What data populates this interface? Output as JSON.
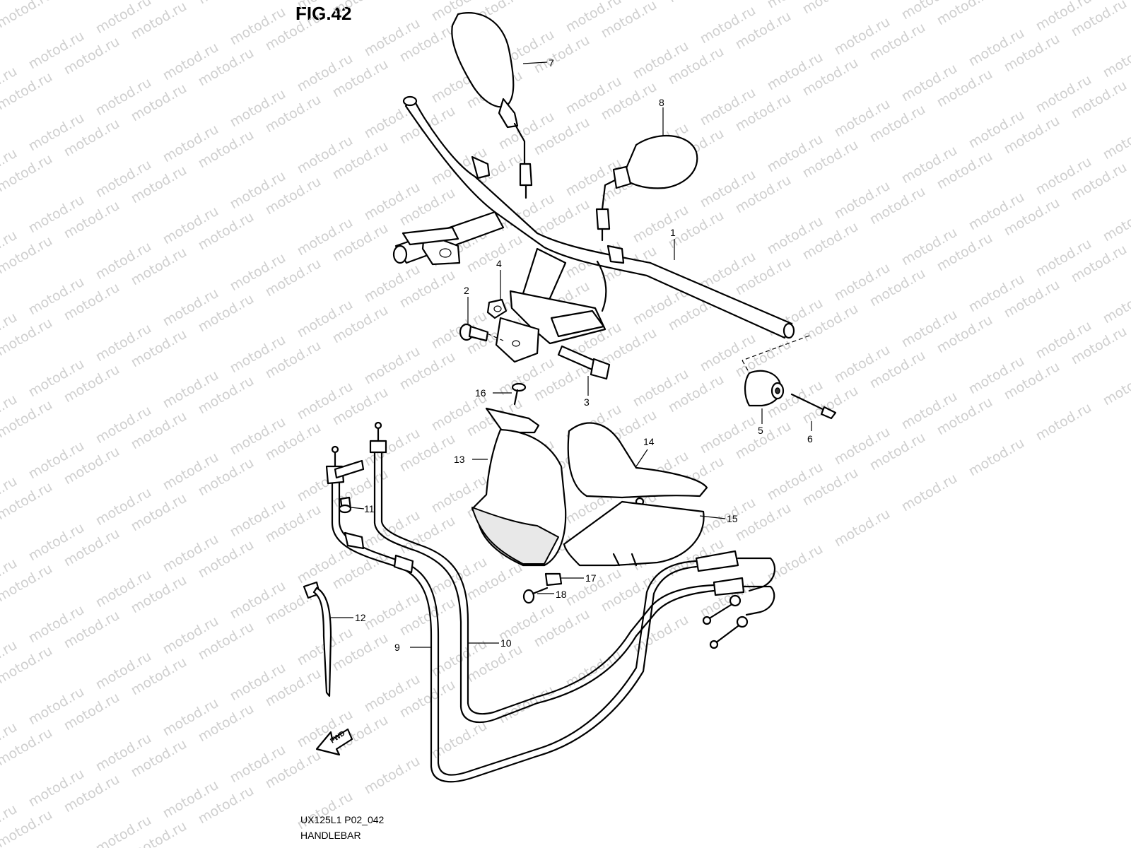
{
  "figure": {
    "title": "FIG.42",
    "code": "UX125L1 P02_042",
    "name": "HANDLEBAR",
    "watermark": "motod.ru",
    "fwd_label": "FWD"
  },
  "callouts": [
    "1",
    "2",
    "3",
    "4",
    "5",
    "6",
    "7",
    "8",
    "9",
    "10",
    "11",
    "12",
    "13",
    "14",
    "15",
    "16",
    "17",
    "18"
  ]
}
